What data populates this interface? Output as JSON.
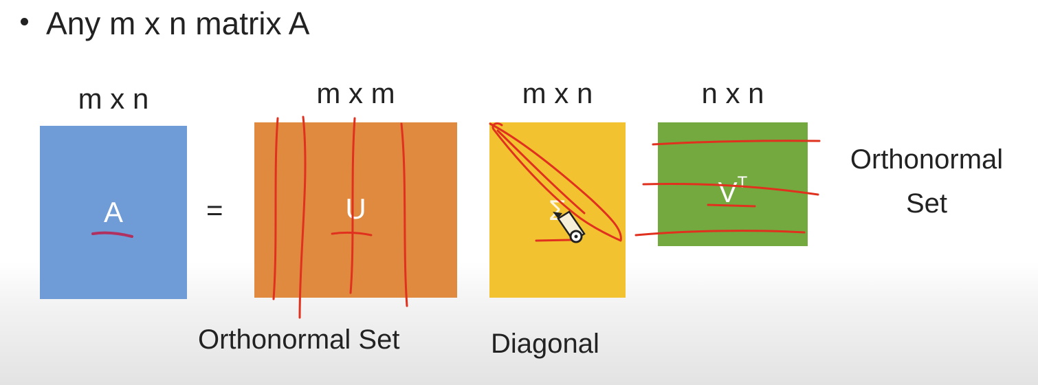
{
  "bullet": {
    "text": "Any m x n matrix A"
  },
  "matrices": {
    "a": {
      "dim": "m x n",
      "letter": "A",
      "color": "#6f9bd6"
    },
    "u": {
      "dim": "m x m",
      "letter": "U",
      "color": "#e08a40"
    },
    "s": {
      "dim": "m x n",
      "letter": "Σ",
      "color": "#f2c230"
    },
    "v": {
      "dim": "n x n",
      "letter": "V",
      "superscript": "T",
      "color": "#74a93f"
    }
  },
  "equals": "=",
  "captions": {
    "u": "Orthonormal Set",
    "s": "Diagonal",
    "v_line1": "Orthonormal",
    "v_line2": "Set"
  },
  "annotation": {
    "ink_color": "#e0301e",
    "underline_color": "#b03060",
    "cursor_icon": "pencil-cursor-icon"
  }
}
